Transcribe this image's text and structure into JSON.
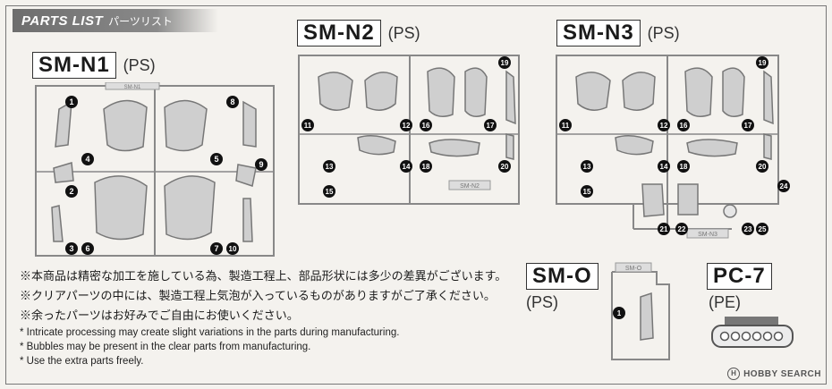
{
  "header": {
    "title_en": "PARTS LIST",
    "title_jp": "パーツリスト"
  },
  "sprues": [
    {
      "code": "SM-N1",
      "material": "(PS)",
      "tag": "SM-N1",
      "numbers": [
        "1",
        "2",
        "3",
        "4",
        "5",
        "6",
        "7",
        "8",
        "9",
        "10"
      ]
    },
    {
      "code": "SM-N2",
      "material": "(PS)",
      "tag": "SM-N2",
      "numbers": [
        "11",
        "12",
        "13",
        "14",
        "15",
        "16",
        "17",
        "18",
        "19",
        "20"
      ]
    },
    {
      "code": "SM-N3",
      "material": "(PS)",
      "tag": "SM-N3",
      "numbers": [
        "11",
        "12",
        "13",
        "14",
        "15",
        "16",
        "17",
        "18",
        "19",
        "20",
        "21",
        "22",
        "23",
        "24",
        "25"
      ]
    },
    {
      "code": "SM-O",
      "material": "(PS)",
      "tag": "SM-O",
      "numbers": [
        "1"
      ]
    },
    {
      "code": "PC-7",
      "material": "(PE)"
    }
  ],
  "notes_jp": [
    "※本商品は精密な加工を施している為、製造工程上、部品形状には多少の差異がございます。",
    "※クリアパーツの中には、製造工程上気泡が入っているものがありますがご了承ください。",
    "※余ったパーツはお好みでご自由にお使いください。"
  ],
  "notes_en": [
    "* Intricate processing may create slight variations in the parts during manufacturing.",
    "* Bubbles may be present in the clear parts from manufacturing.",
    "* Use the extra parts freely."
  ],
  "watermark": {
    "mark": "H",
    "text": "HOBBY SEARCH"
  }
}
